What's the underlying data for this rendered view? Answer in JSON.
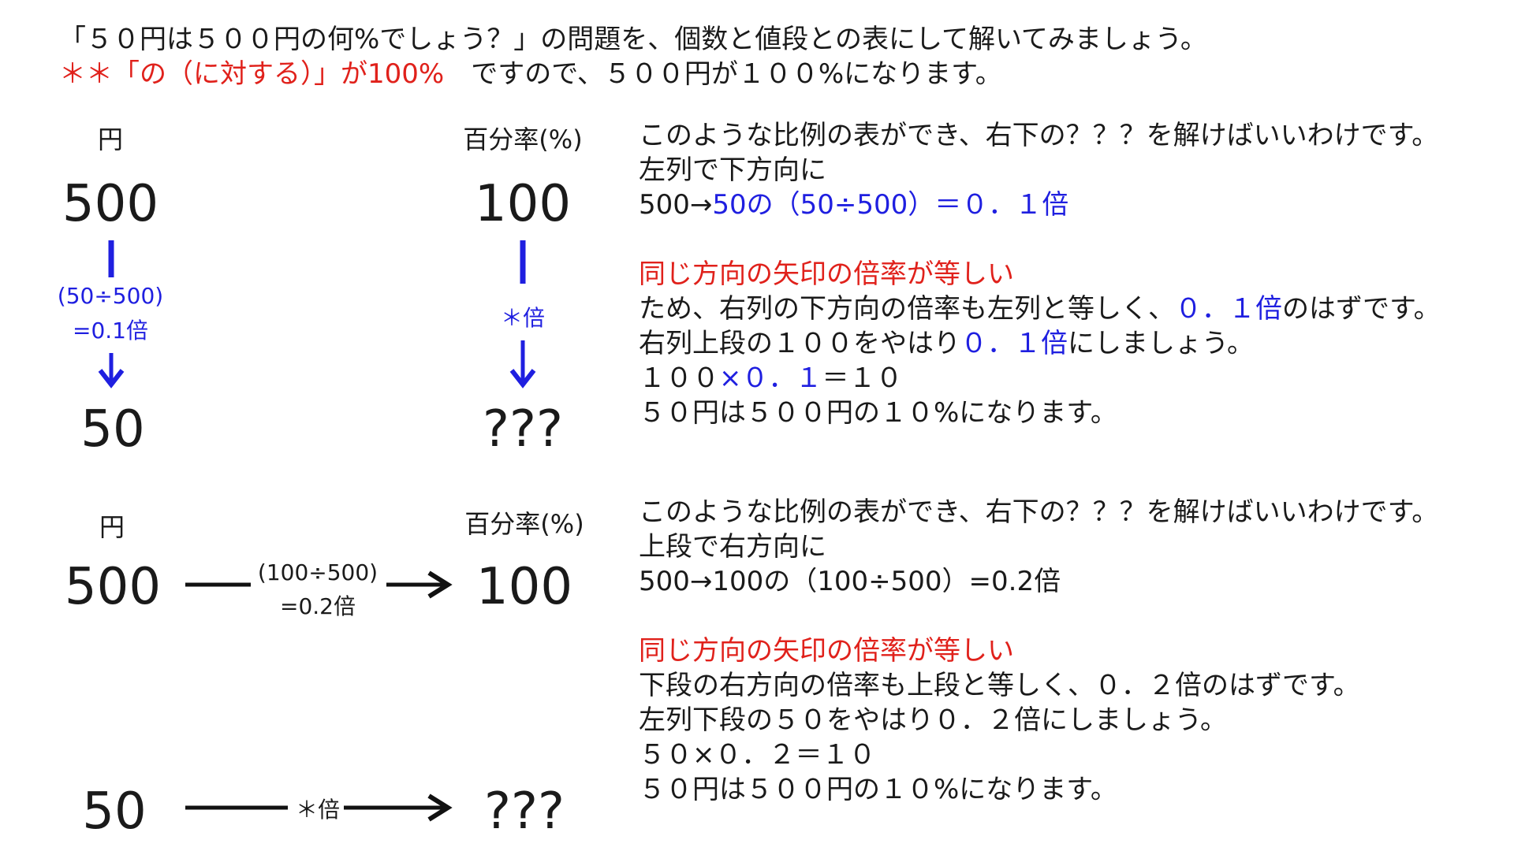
{
  "intro": {
    "line1": "「５０円は５００円の何%でしょう？」の問題を、個数と値段との表にして解いてみましょう。",
    "line2_red": "＊＊「の（に対する）」が100%",
    "line2_rest": "　ですので、５００円が１００%になります。"
  },
  "colors": {
    "red": "#e0211b",
    "blue": "#1f1fe0",
    "black": "#1a1a1a"
  },
  "table1": {
    "left_header": "円",
    "right_header": "百分率(%)",
    "top_left": "500",
    "top_right": "100",
    "bottom_left": "50",
    "bottom_right": "???",
    "left_ratio_1": "(50÷500)",
    "left_ratio_2": "=0.1倍",
    "right_ratio": "＊倍"
  },
  "explain1": {
    "l1": "このような比例の表ができ、右下の？？？を解けばいいわけです。",
    "l2": "左列で下方向に",
    "l3a": "500→",
    "l3b": "50の（50÷500）＝０．１倍",
    "l4": "同じ方向の矢印の倍率が等しい",
    "l5a": "ため、右列の下方向の倍率も左列と等しく、",
    "l5b": "０．１倍",
    "l5c": "のはずです。",
    "l6a": "右列上段の１００をやはり",
    "l6b": "０．１倍",
    "l6c": "にしましょう。",
    "l7a": " １００",
    "l7b": "×０．１",
    "l7c": "＝１０",
    "l8": " ５０円は５００円の１０%になります。"
  },
  "table2": {
    "left_header": "円",
    "right_header": "百分率(%)",
    "top_left": "500",
    "top_right": "100",
    "bottom_left": "50",
    "bottom_right": "???",
    "top_ratio_1": "(100÷500)",
    "top_ratio_2": "=0.2倍",
    "bottom_ratio": "＊倍"
  },
  "explain2": {
    "l1": "このような比例の表ができ、右下の？？？を解けばいいわけです。",
    "l2": "上段で右方向に",
    "l3": "500→100の（100÷500）=0.2倍",
    "l4": "同じ方向の矢印の倍率が等しい",
    "l5": "下段の右方向の倍率も上段と等しく、０．２倍のはずです。",
    "l6": "左列下段の５０をやはり０．２倍にしましょう。",
    "l7": " ５０×０．２＝１０",
    "l8": " ５０円は５００円の１０%になります。"
  }
}
